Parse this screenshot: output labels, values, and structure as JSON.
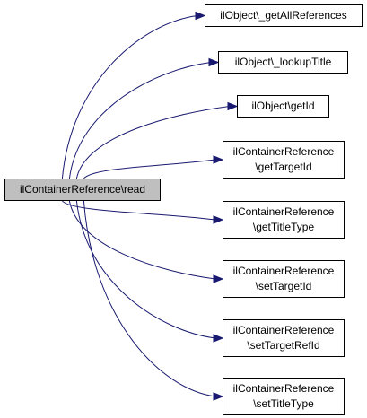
{
  "diagram": {
    "type": "call-graph",
    "root": {
      "lines": [
        "ilContainerReference\\read"
      ],
      "fill": "#bfbfbf"
    },
    "targets": [
      {
        "id": "getAllReferences",
        "lines": [
          "ilObject\\_getAllReferences"
        ]
      },
      {
        "id": "lookupTitle",
        "lines": [
          "ilObject\\_lookupTitle"
        ]
      },
      {
        "id": "getId",
        "lines": [
          "ilObject\\getId"
        ]
      },
      {
        "id": "getTargetId",
        "lines": [
          "ilContainerReference",
          "\\getTargetId"
        ]
      },
      {
        "id": "getTitleType",
        "lines": [
          "ilContainerReference",
          "\\getTitleType"
        ]
      },
      {
        "id": "setTargetId",
        "lines": [
          "ilContainerReference",
          "\\setTargetId"
        ]
      },
      {
        "id": "setTargetRefId",
        "lines": [
          "ilContainerReference",
          "\\setTargetRefId"
        ]
      },
      {
        "id": "setTitleType",
        "lines": [
          "ilContainerReference",
          "\\setTitleType"
        ]
      }
    ],
    "edge_color": "#191970",
    "node_border_color": "#000000"
  }
}
